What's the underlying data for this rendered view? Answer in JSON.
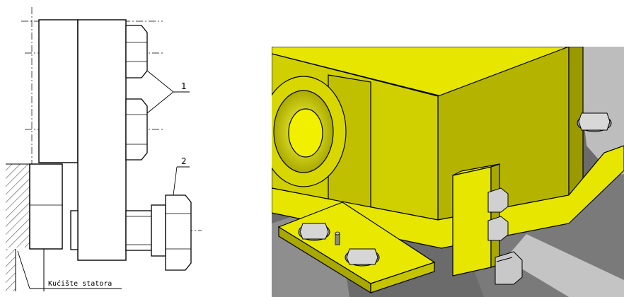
{
  "drawing": {
    "callouts": {
      "bolts_top": "1",
      "bolt_side": "2"
    },
    "housing_label": "Kućište statora"
  },
  "colors": {
    "line": "#000000",
    "yellow_light": "#f2f000",
    "yellow_mid": "#cccc00",
    "yellow_dark": "#999900",
    "grey_light": "#c8c8c8",
    "grey_mid": "#8a8a8a",
    "grey_dark": "#555555"
  }
}
